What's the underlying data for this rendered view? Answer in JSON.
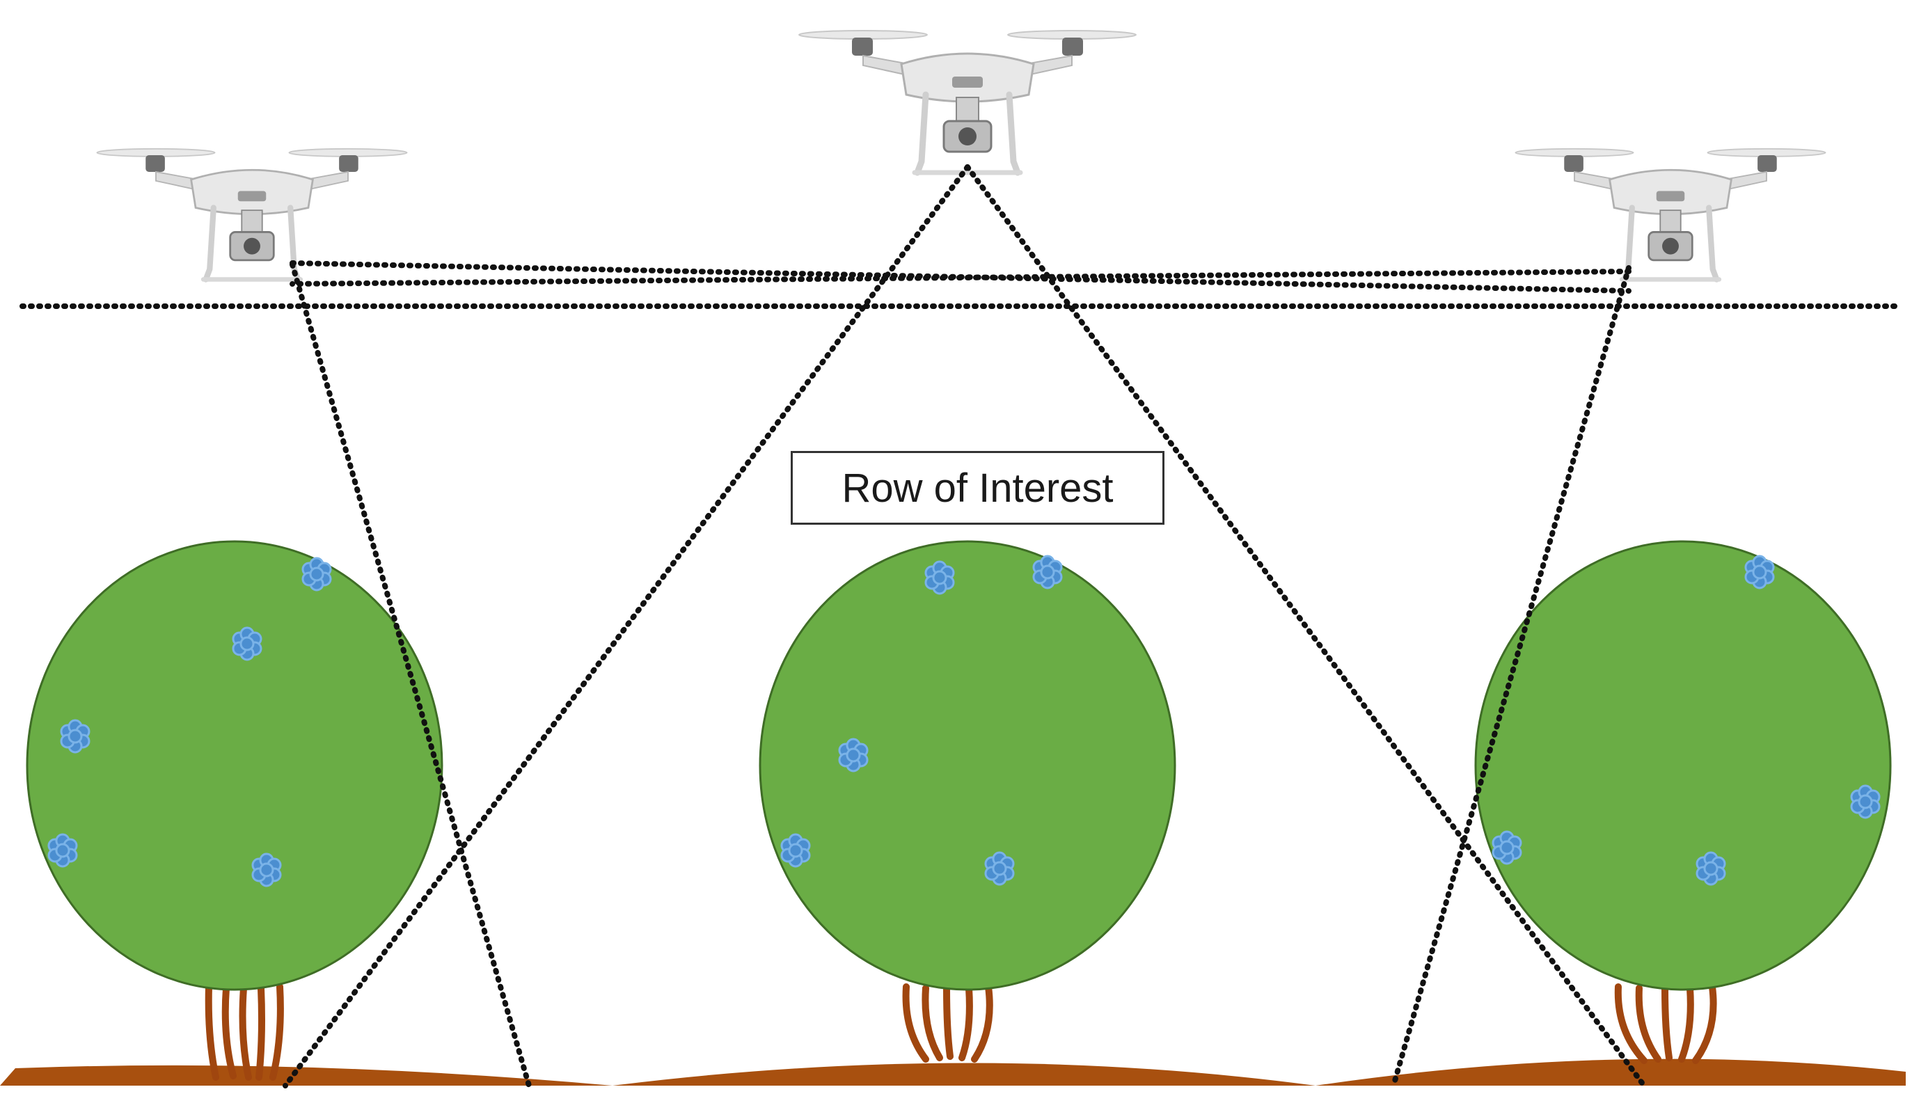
{
  "label": {
    "text": "Row of Interest"
  },
  "colors": {
    "foliage": "#6aad45",
    "foliage_edge": "#3f6d26",
    "fruit": "#4b8ed0",
    "fruit_light": "#7ab3e8",
    "trunk": "#a0460f",
    "ground": "#a8500f",
    "sight_line": "#111111",
    "drone_body": "#e6e6e6",
    "drone_shadow": "#bdbdbd"
  },
  "scene": {
    "drones": [
      "left-drone",
      "center-drone",
      "right-drone"
    ],
    "trees": [
      "left-tree",
      "center-tree",
      "right-tree"
    ],
    "fruit_icon": "blue-fruit-cluster-icon"
  }
}
